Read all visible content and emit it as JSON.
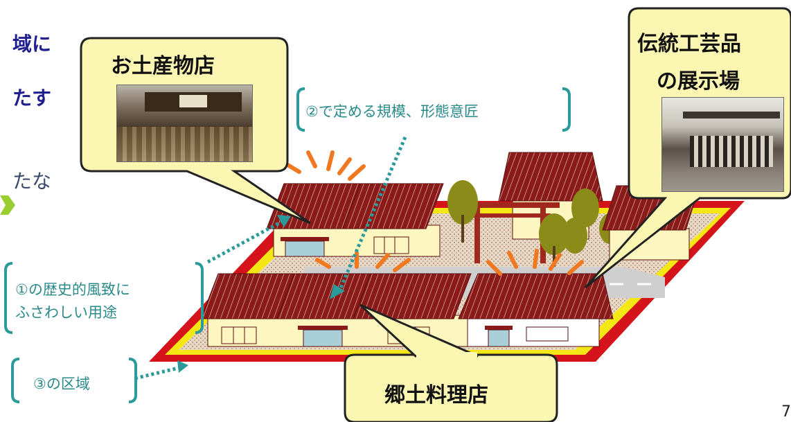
{
  "left_fragments": {
    "line1": "域に",
    "line2": "たす",
    "line3": "たな"
  },
  "callouts": {
    "souvenir_shop": "お土産物店",
    "craft_hall_line1": "伝統工芸品",
    "craft_hall_line2": "の展示場",
    "local_cuisine": "郷土料理店"
  },
  "annotations": {
    "scale_design": "②で定める規模、形態意匠",
    "use_line1": "①の歴史的風致に",
    "use_line2": "ふさわしい用途",
    "area": "③の区域"
  },
  "page_number": "7",
  "colors": {
    "callout_fill": "#fbf7b3",
    "callout_border": "#222222",
    "teal": "#2a9a9a",
    "roof": "#8b1a1a",
    "wall": "#fdf6c0",
    "ground_border": "#d4141a",
    "ground_inner": "#f5e616",
    "arrow_green": "#9acd32",
    "sparkle": "#f07820"
  }
}
